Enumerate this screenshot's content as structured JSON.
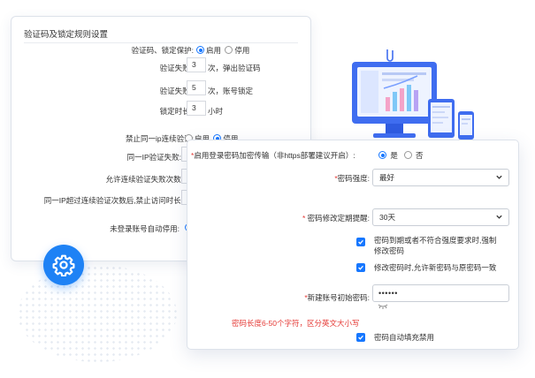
{
  "back_panel": {
    "title": "验证码及锁定规则设置",
    "protect_label": "验证码、锁定保护:",
    "protect_on": "启用",
    "protect_off": "停用",
    "fail_captcha_label": "验证失败:",
    "fail_captcha_value": "3",
    "fail_captcha_suffix": "次，弹出验证码",
    "fail_lock_label": "验证失败:",
    "fail_lock_value": "5",
    "fail_lock_suffix": "次，账号锁定",
    "lock_duration_label": "锁定时长:",
    "lock_duration_value": "3",
    "lock_duration_suffix": "小时",
    "same_ip_label": "禁止同一ip连续验证:",
    "same_ip_on": "启用",
    "same_ip_off": "停用",
    "same_ip_fail_label": "同一IP验证失败:",
    "allow_fail_label": "允许连续验证失败次数:",
    "ban_label": "同一IP超过连续验证次数后,禁止访问时长:",
    "auto_disable_label": "未登录账号自动停用:"
  },
  "front_panel": {
    "encrypt_label": "启用登录密码加密传输（非https部署建议开启）:",
    "encrypt_yes": "是",
    "encrypt_no": "否",
    "strength_label": "密码强度:",
    "strength_value": "最好",
    "reminder_label": "密码修改定期提醒:",
    "reminder_value": "30天",
    "force_change_text_line1": "密码到期或者不符合强度要求时,强制",
    "force_change_text_line2": "修改密码",
    "allow_same_text": "修改密码时,允许新密码与原密码一致",
    "init_pwd_label": "新建账号初始密码:",
    "init_pwd_value": "••••••",
    "pwd_hint": "密码长度6-50个字符，区分英文大小写",
    "autofill_text": "密码自动填充禁用"
  },
  "colors": {
    "accent": "#1677ff",
    "required": "#e53935",
    "gear_badge": "#1e82f5"
  },
  "icons": {
    "gear": "gear-icon",
    "eye": "eye-closed-icon",
    "chevron": "chevron-down-icon",
    "check": "check-icon"
  }
}
